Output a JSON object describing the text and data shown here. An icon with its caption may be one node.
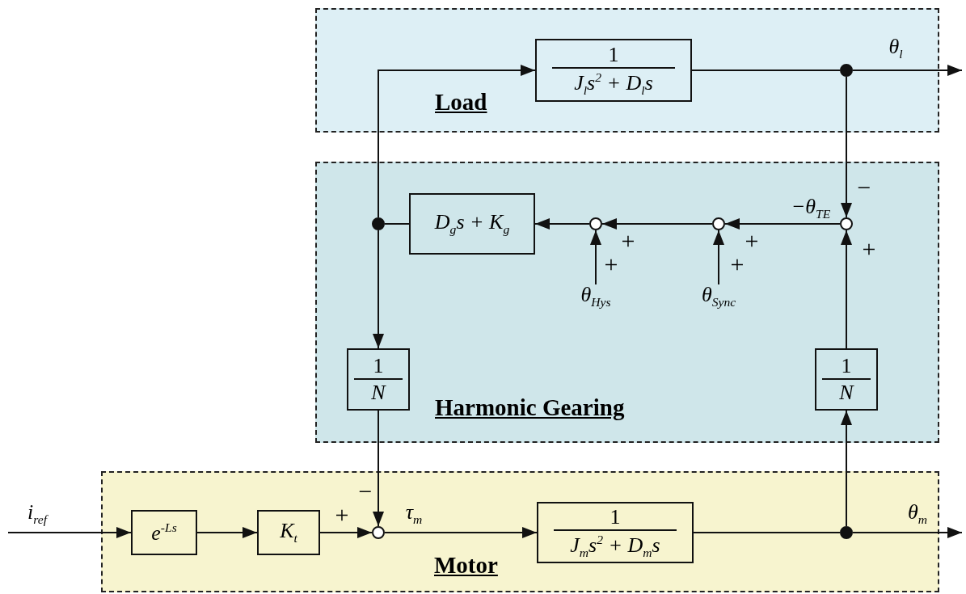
{
  "diagram": {
    "nodes": [
      {
        "text": [
          "Load"
        ]
      },
      {
        "text": [
          "Harmonic Gearing"
        ]
      },
      {
        "text": [
          "Motor"
        ]
      },
      {
        "text": [
          "1",
          "J$_{l}$s$^{2}$ + D$_{l}$s"
        ],
        "in": 0
      },
      {
        "text": [],
        "shape": "circle",
        "in": 0
      },
      {
        "text": [],
        "shape": "circle",
        "in": 1
      },
      {
        "text": [
          "D$_{g}$s + K$_{g}$"
        ],
        "in": 1
      },
      {
        "text": [],
        "shape": "circle",
        "in": 1
      },
      {
        "text": [],
        "shape": "circle",
        "in": 1
      },
      {
        "text": [],
        "shape": "circle",
        "in": 1
      },
      {
        "text": [
          "θ$_{Hys}$"
        ],
        "in": 1
      },
      {
        "text": [
          "θ$_{Sync}$"
        ],
        "in": 1
      },
      {
        "text": [
          "1",
          "N"
        ],
        "in": 1
      },
      {
        "text": [
          "1",
          "N"
        ],
        "in": 1
      },
      {
        "text": [
          "e$^{-Ls}$"
        ],
        "in": 2
      },
      {
        "text": [
          "K$_{t}$"
        ],
        "in": 2
      },
      {
        "text": [],
        "shape": "circle",
        "in": 2
      },
      {
        "text": [
          "1",
          "J$_{m}$s$^{2}$ + D$_{m}$s"
        ],
        "in": 2
      },
      {
        "text": [],
        "shape": "circle",
        "in": 2
      }
    ],
    "edges": [
      {
        "from": null,
        "to": 14,
        "arrow": "to",
        "label": "i$_{ref}$"
      },
      {
        "from": 14,
        "to": 15,
        "arrow": "to"
      },
      {
        "from": 15,
        "to": 16,
        "arrow": "to"
      },
      {
        "from": 16,
        "to": 17,
        "arrow": "to",
        "label": "τ$_{m}$"
      },
      {
        "from": 17,
        "to": 18,
        "arrow": "none"
      },
      {
        "from": 18,
        "to": null,
        "arrow": "to",
        "label": "θ$_{m}$"
      },
      {
        "from": 18,
        "to": 13,
        "arrow": "to"
      },
      {
        "from": 13,
        "to": 9,
        "arrow": "to"
      },
      {
        "from": 4,
        "to": 9,
        "arrow": "to"
      },
      {
        "from": 9,
        "to": 8,
        "arrow": "to",
        "label": "−θ$_{TE}$"
      },
      {
        "from": 8,
        "to": 7,
        "arrow": "to"
      },
      {
        "from": 11,
        "to": 8,
        "arrow": "to"
      },
      {
        "from": 10,
        "to": 7,
        "arrow": "to"
      },
      {
        "from": 7,
        "to": 6,
        "arrow": "to"
      },
      {
        "from": 6,
        "to": 5,
        "arrow": "none"
      },
      {
        "from": 5,
        "to": 12,
        "arrow": "to"
      },
      {
        "from": 12,
        "to": 16,
        "arrow": "to"
      },
      {
        "from": 5,
        "to": 3,
        "arrow": "to"
      },
      {
        "from": 3,
        "to": 4,
        "arrow": "none"
      },
      {
        "from": 4,
        "to": null,
        "arrow": "to",
        "label": "θ$_{l}$"
      }
    ],
    "labels": [
      "−",
      "+",
      "+",
      "+",
      "+",
      "+",
      "−",
      "+"
    ]
  }
}
